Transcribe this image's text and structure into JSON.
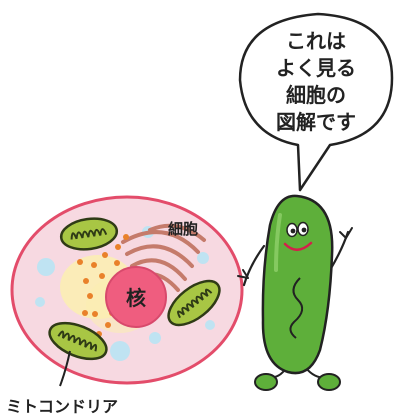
{
  "speech_bubble": {
    "lines": [
      "これは",
      "よく見る",
      "細胞の",
      "図解です"
    ]
  },
  "diagram": {
    "labels": {
      "nucleus": "核",
      "organelle": "細胞",
      "mitochondria": "ミトコンドリア"
    }
  },
  "colors": {
    "cell_fill": "#f7d9e1",
    "cell_border": "#e34c6a",
    "nucleus": "#ef5d7f",
    "mitochondria_fill": "#a8c644",
    "mitochondria_border": "#2f3b16",
    "golgi": "#c57b6b",
    "character_body": "#5eaf3a"
  }
}
